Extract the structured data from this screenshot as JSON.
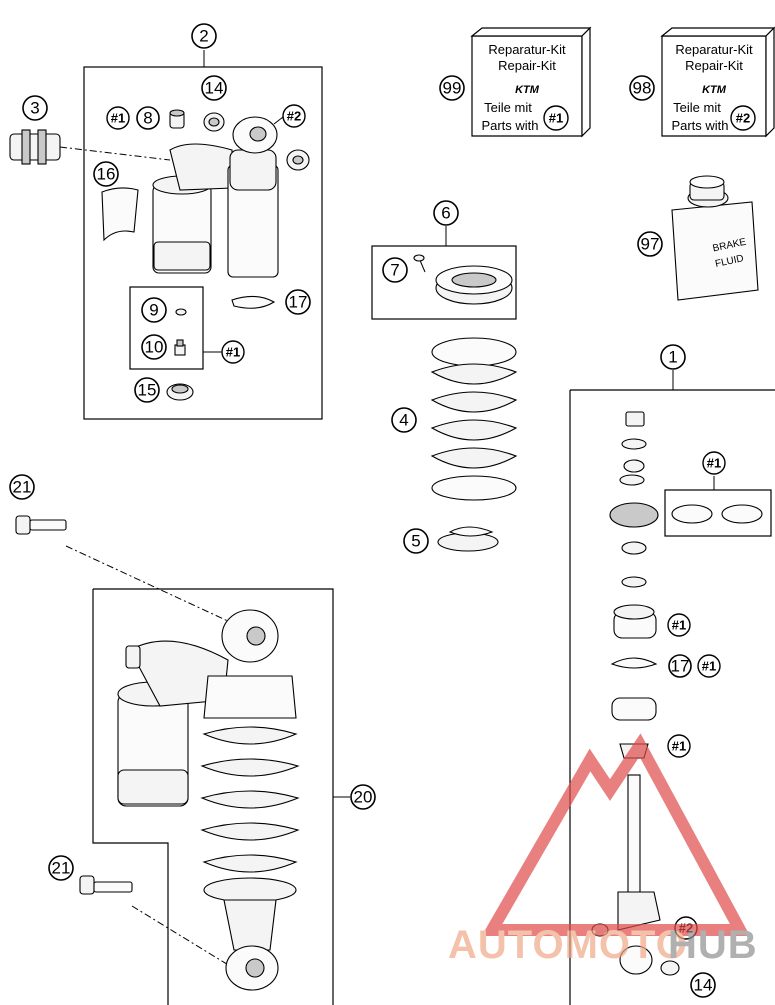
{
  "kits": {
    "kit99": {
      "callout": "99",
      "line1": "Reparatur-Kit",
      "line2": "Repair-Kit",
      "brand": "KTM",
      "line3": "Teile mit",
      "line4": "Parts with",
      "ref": "#1"
    },
    "kit98": {
      "callout": "98",
      "line1": "Reparatur-Kit",
      "line2": "Repair-Kit",
      "brand": "KTM",
      "line3": "Teile mit",
      "line4": "Parts with",
      "ref": "#2"
    }
  },
  "brake_fluid": {
    "callout": "97",
    "line1": "BRAKE",
    "line2": "FLUID"
  },
  "callouts": {
    "c1": "1",
    "c2": "2",
    "c3": "3",
    "c4": "4",
    "c5": "5",
    "c6": "6",
    "c7": "7",
    "c8": "8",
    "c9": "9",
    "c10": "10",
    "c14a": "14",
    "c14b": "14",
    "c15": "15",
    "c16": "16",
    "c17a": "17",
    "c17b": "17",
    "c20": "20",
    "c21a": "21",
    "c21b": "21"
  },
  "refs": {
    "r_top_1": "#1",
    "r_top_2": "#2",
    "r_top_10": "#1",
    "r_shaft_seals": "#1",
    "r_piston": "#1",
    "r_ring": "#1",
    "r_cap": "#1",
    "r_eye": "#2"
  },
  "watermark": {
    "text_a": "AUTOMOTO",
    "text_b": "HUB",
    "color_main": "#f0a987",
    "color_dark": "#8f8f8f",
    "logo_color": "#e04a4a"
  }
}
